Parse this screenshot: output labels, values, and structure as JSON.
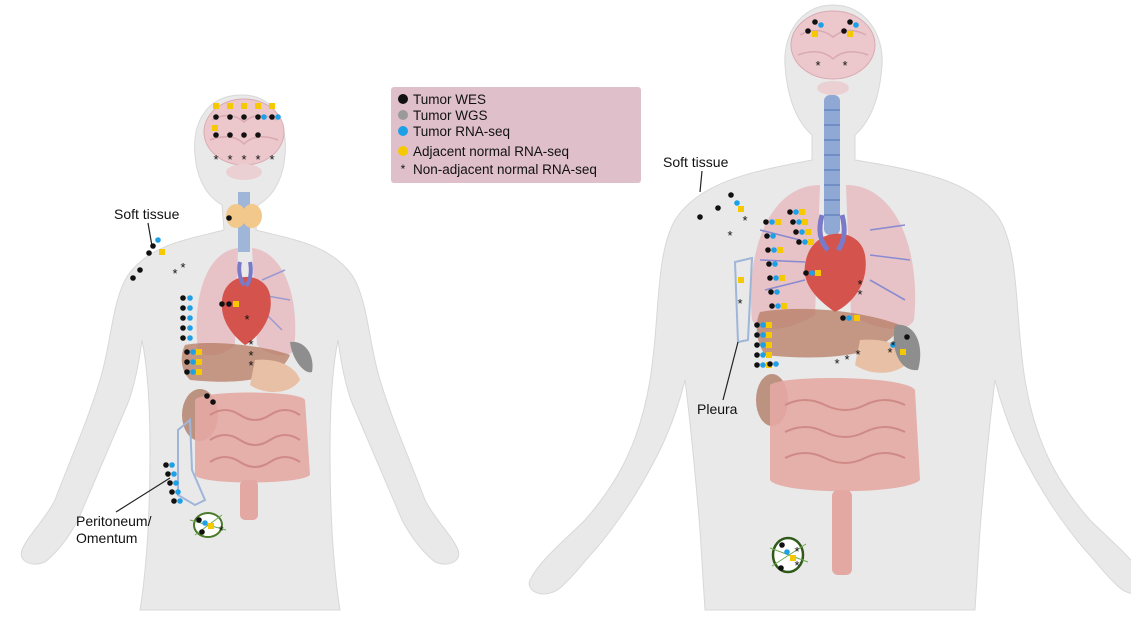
{
  "colors": {
    "tumor_wes": "#111111",
    "tumor_wgs": "#9a9a9a",
    "tumor_rnaseq": "#1ea0e6",
    "adjacent_normal": "#f5c800",
    "non_adjacent": "#111111",
    "legend_bg": "#dfc0ca",
    "body_fill": "#e9e9ea"
  },
  "legend": {
    "items": [
      {
        "label": "Tumor WES",
        "marker": "dot",
        "color": "#111111"
      },
      {
        "label": "Tumor WGS",
        "marker": "dot",
        "color": "#9a9a9a"
      },
      {
        "label": "Tumor RNA-seq",
        "marker": "dot",
        "color": "#1ea0e6"
      },
      {
        "label": "Adjacent normal RNA-seq",
        "marker": "dot",
        "color": "#f5c800"
      },
      {
        "label": "Non-adjacent normal RNA-seq",
        "marker": "star",
        "color": "#111111"
      }
    ]
  },
  "figures": {
    "female": {
      "soft_tissue_label": "Soft tissue",
      "peritoneum_label_line1": "Peritoneum/",
      "peritoneum_label_line2": "Omentum"
    },
    "male": {
      "soft_tissue_label": "Soft tissue",
      "pleura_label": "Pleura"
    }
  },
  "icons": [
    "brain-icon",
    "thyroid-icon",
    "lung-icon",
    "heart-icon",
    "liver-icon",
    "stomach-icon",
    "kidney-icon",
    "spleen-icon",
    "intestine-icon",
    "trachea-icon",
    "lymph-node-icon",
    "peritoneum-icon",
    "pleura-icon"
  ]
}
